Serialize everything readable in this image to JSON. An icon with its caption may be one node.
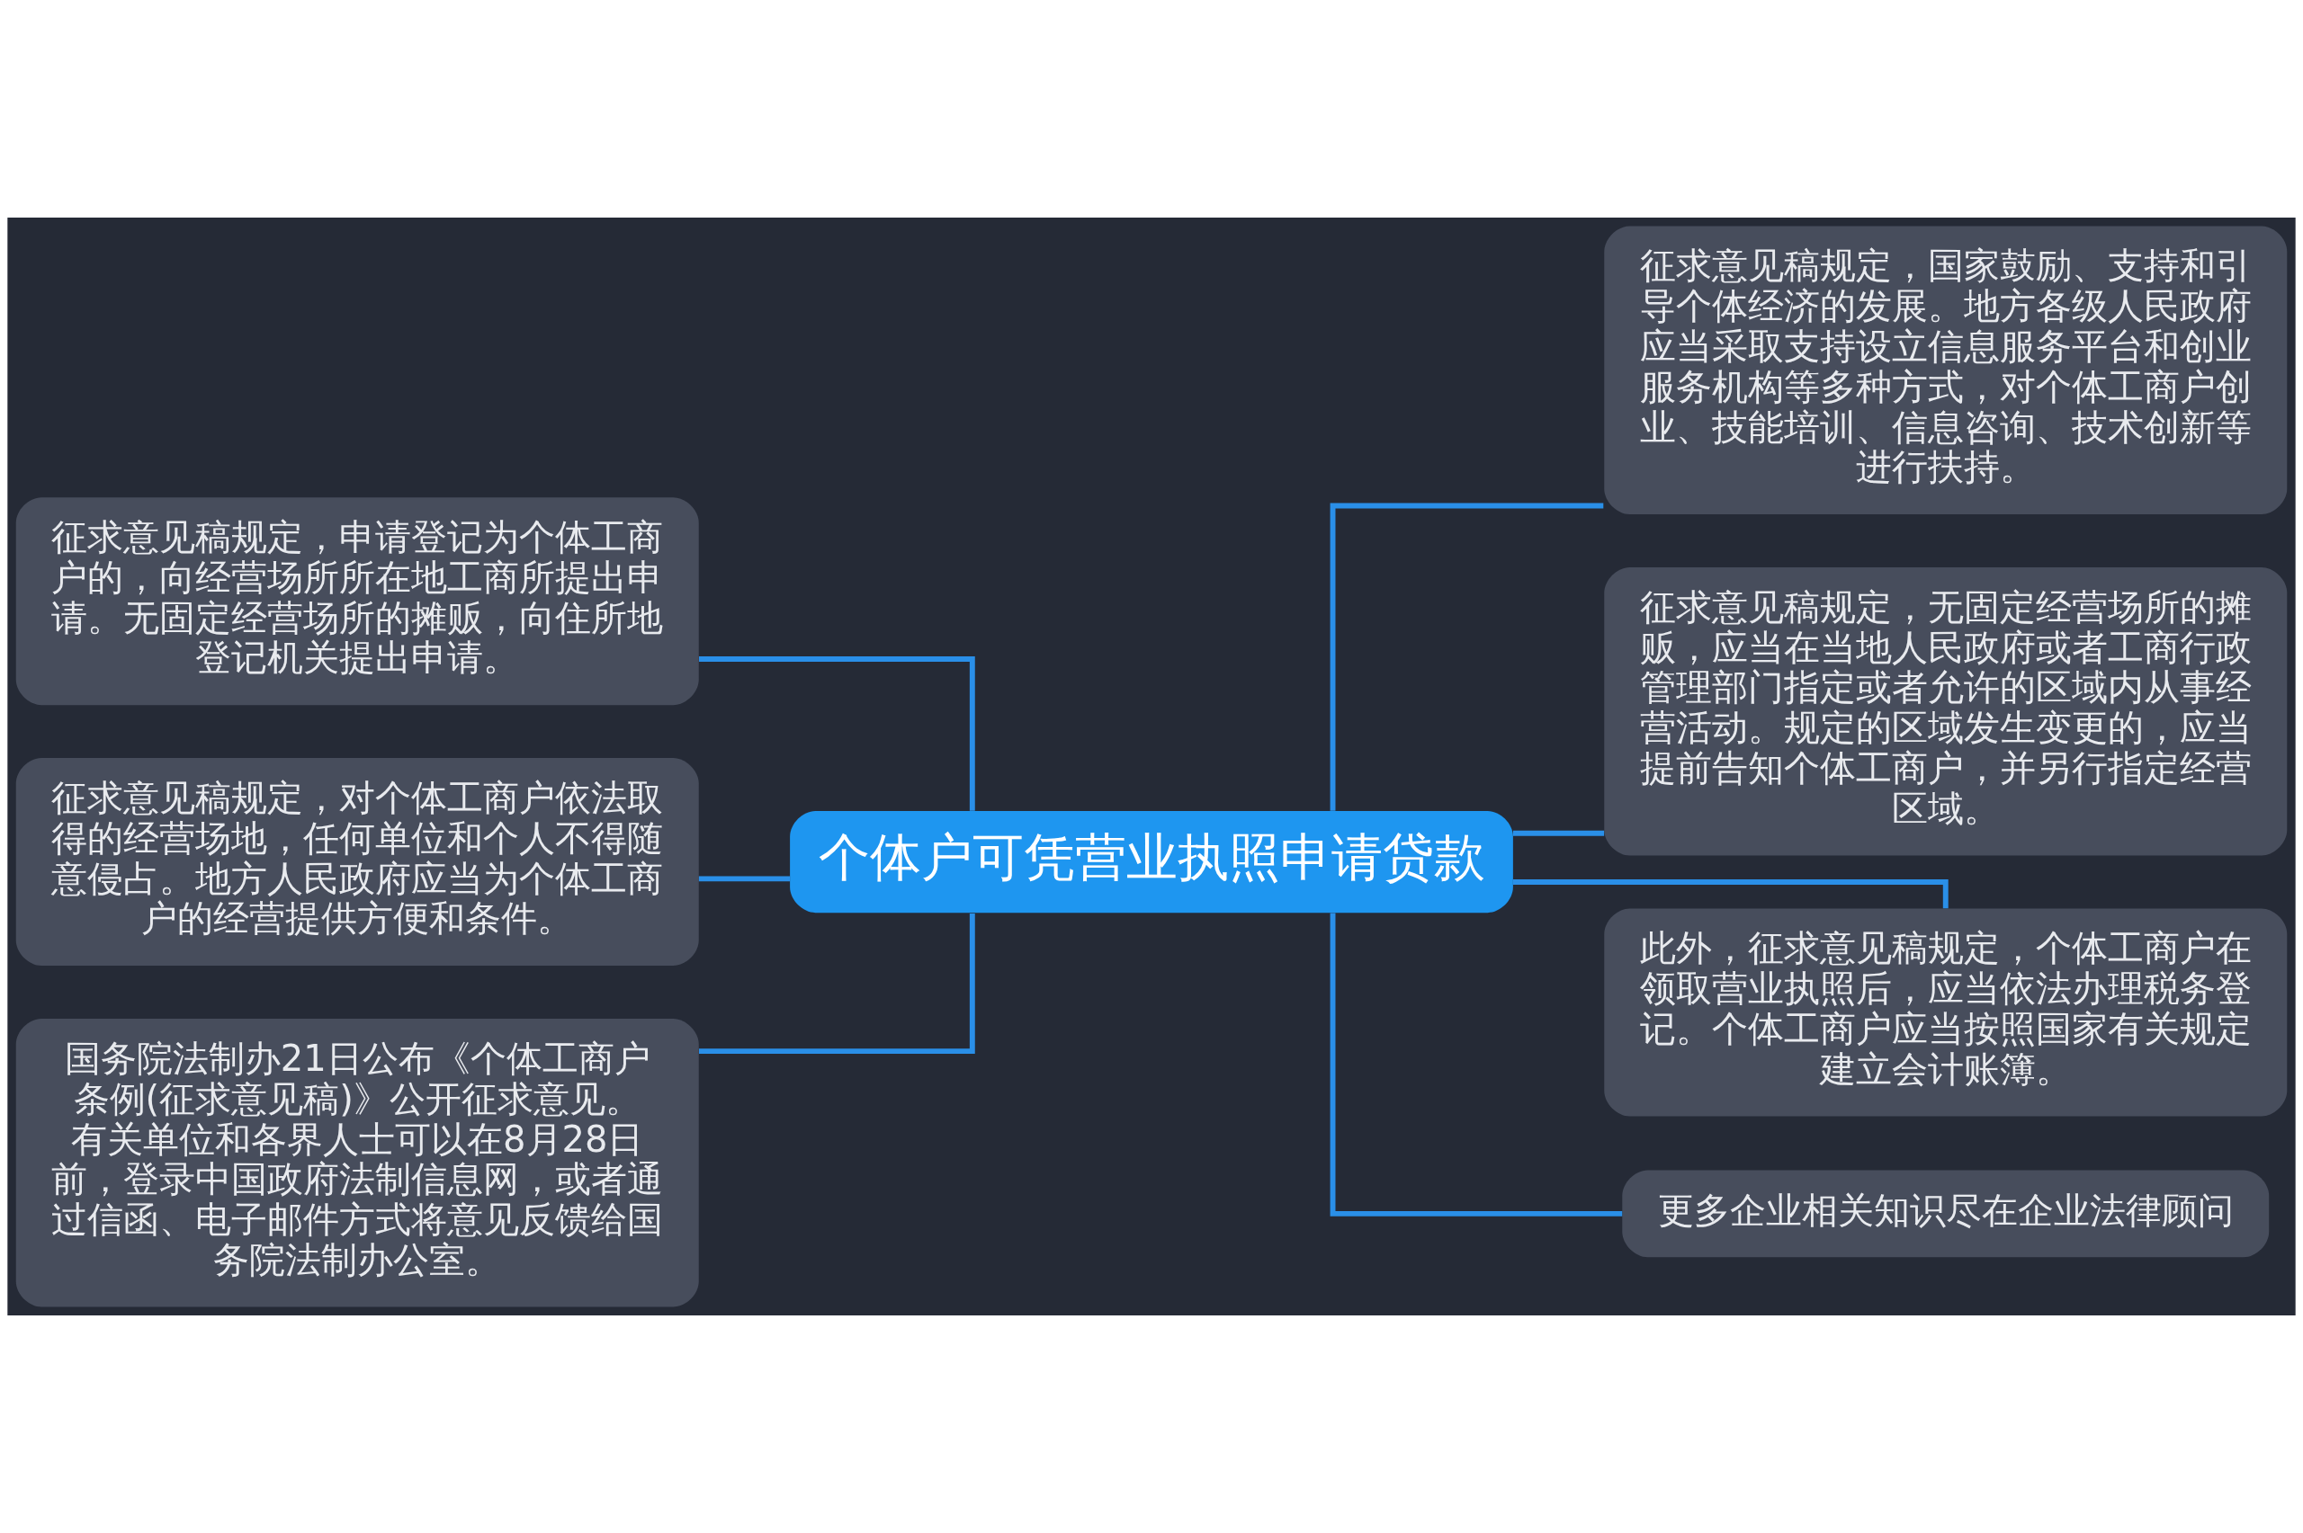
{
  "diagram": {
    "nodes": [
      {
        "text": [
          "个体户可凭营业执照申请贷款"
        ]
      },
      {
        "text": [
          "征求意见稿规定，申请登记为个体工商户的，向经营场所所在地工商所提出申请。无固定经营场所的摊贩，向住所地登记机关提出申请。"
        ]
      },
      {
        "text": [
          "征求意见稿规定，对个体工商户依法取得的经营场地，任何单位和个人不得随意侵占。地方人民政府应当为个体工商户的经营提供方便和条件。"
        ]
      },
      {
        "text": [
          "国务院法制办21日公布《个体工商户条例(征求意见稿)》公开征求意见。有关单位和各界人士可以在8月28日前，登录中国政府法制信息网，或者通过信函、电子邮件方式将意见反馈给国务院法制办公室。"
        ]
      },
      {
        "text": [
          "征求意见稿规定，国家鼓励、支持和引导个体经济的发展。地方各级人民政府应当采取支持设立信息服务平台和创业服务机构等多种方式，对个体工商户创业、技能培训、信息咨询、技术创新等进行扶持。"
        ]
      },
      {
        "text": [
          "征求意见稿规定，无固定经营场所的摊贩，应当在当地人民政府或者工商行政管理部门指定或者允许的区域内从事经营活动。规定的区域发生变更的，应当提前告知个体工商户，并另行指定经营区域。"
        ]
      },
      {
        "text": [
          "此外，征求意见稿规定，个体工商户在领取营业执照后，应当依法办理税务登记。个体工商户应当按照国家有关规定建立会计账簿。"
        ]
      },
      {
        "text": [
          "更多企业相关知识尽在企业法律顾问"
        ]
      }
    ],
    "edges": [
      {
        "from": 0,
        "to": 1,
        "arrow": "none"
      },
      {
        "from": 0,
        "to": 2,
        "arrow": "none"
      },
      {
        "from": 0,
        "to": 3,
        "arrow": "none"
      },
      {
        "from": 0,
        "to": 4,
        "arrow": "none"
      },
      {
        "from": 0,
        "to": 5,
        "arrow": "none"
      },
      {
        "from": 0,
        "to": 6,
        "arrow": "none"
      },
      {
        "from": 0,
        "to": 7,
        "arrow": "none"
      }
    ]
  }
}
